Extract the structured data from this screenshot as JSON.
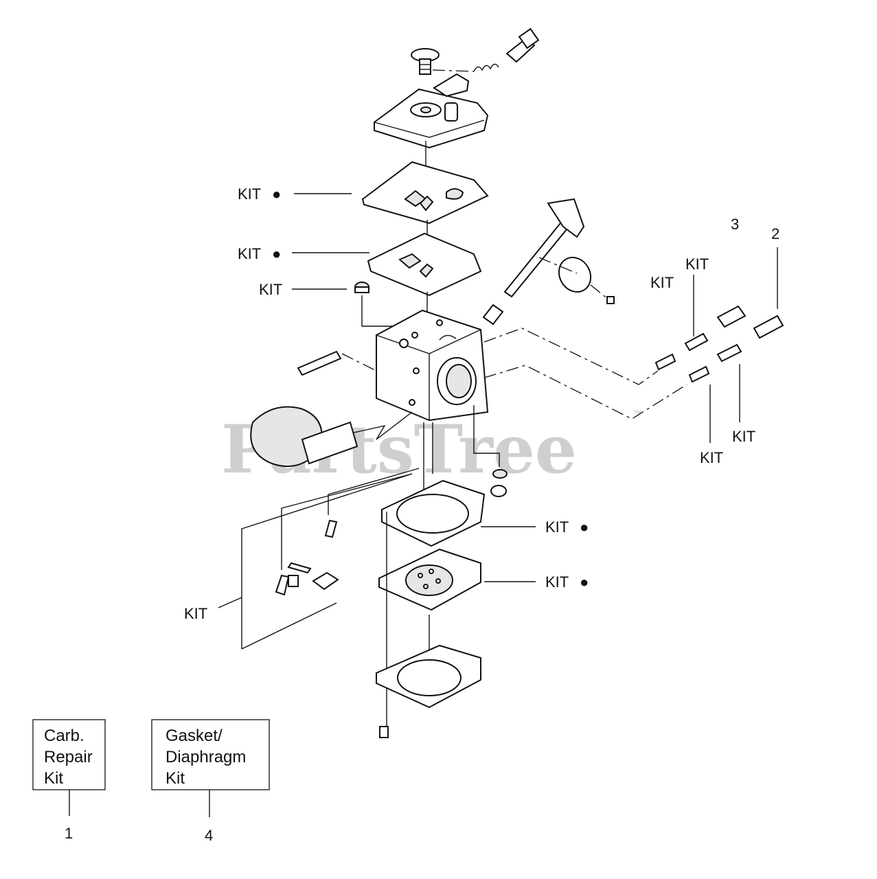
{
  "watermark": {
    "text": "PartsTree",
    "trademark": "™"
  },
  "labels": [
    {
      "id": "kit-top-gasket",
      "text": "KIT",
      "dot": "●"
    },
    {
      "id": "kit-pump-diaphragm",
      "text": "KIT",
      "dot": "●"
    },
    {
      "id": "kit-plug",
      "text": "KIT"
    },
    {
      "id": "kit-right-a",
      "text": "KIT"
    },
    {
      "id": "kit-right-b",
      "text": "KIT"
    },
    {
      "id": "kit-right-c",
      "text": "KIT"
    },
    {
      "id": "kit-right-d",
      "text": "KIT"
    },
    {
      "id": "kit-lower-left",
      "text": "KIT"
    },
    {
      "id": "kit-gasket-lower",
      "text": "KIT",
      "dot": "●"
    },
    {
      "id": "kit-diaphragm-lower",
      "text": "KIT",
      "dot": "●"
    }
  ],
  "callout_numbers": {
    "n3": "3",
    "n2": "2",
    "n1": "1",
    "n4": "4"
  },
  "legend": [
    {
      "number": "1",
      "lines": [
        "Carb.",
        "Repair",
        "Kit"
      ]
    },
    {
      "number": "4",
      "lines": [
        "Gasket/",
        "Diaphragm",
        "Kit"
      ]
    }
  ]
}
